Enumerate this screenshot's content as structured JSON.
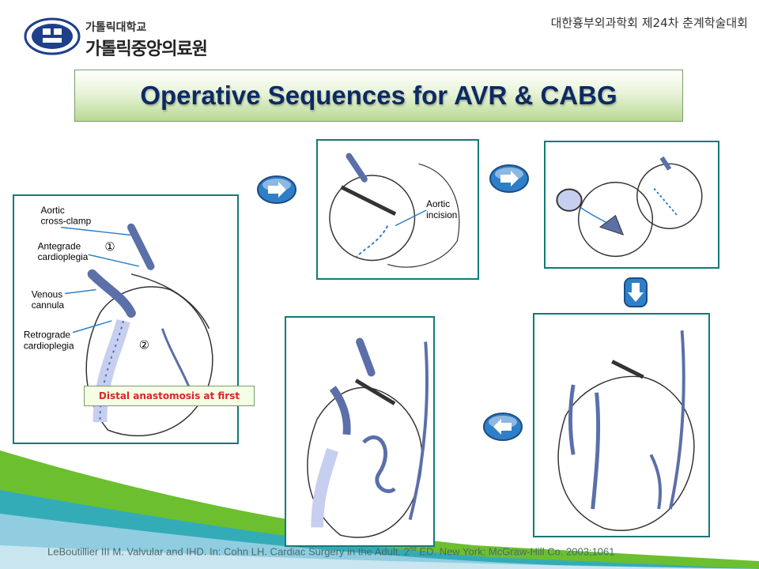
{
  "header": {
    "university_line1": "가톨릭대학교",
    "university_line2": "가톨릭중앙의료원",
    "conference": "대한흉부외과학회 제24차 춘계학술대회"
  },
  "title": "Operative Sequences for AVR & CABG",
  "panel1": {
    "label_clamp_l1": "Aortic",
    "label_clamp_l2": "cross-clamp",
    "label_ante_l1": "Antegrade",
    "label_ante_l2": "cardioplegia",
    "label_venous_l1": "Venous",
    "label_venous_l2": "cannula",
    "label_retro_l1": "Retrograde",
    "label_retro_l2": "cardioplegia",
    "step1": "①",
    "step2": "②"
  },
  "panel2": {
    "label_incision_l1": "Aortic",
    "label_incision_l2": "incision"
  },
  "note": "Distal anastomosis at first",
  "citation": {
    "before": "LeBoutillier III M. Valvular and IHD. In: Cohn LH. Cardiac Surgery in the Adult. 2",
    "sup": "nd",
    "after": " ED. New York: McGraw-Hill Co. 2003;1061"
  },
  "colors": {
    "panel_border": "#127b78",
    "title_text": "#0c2a63",
    "note_text": "#d8262b",
    "arrow_blue": "#2f7fc8",
    "stripe_green": "#6cbf2e",
    "stripe_cyan": "#2aa8d0"
  },
  "icons": [
    "university-logo-icon",
    "arrow-right-icon",
    "arrow-down-icon",
    "arrow-left-icon"
  ]
}
